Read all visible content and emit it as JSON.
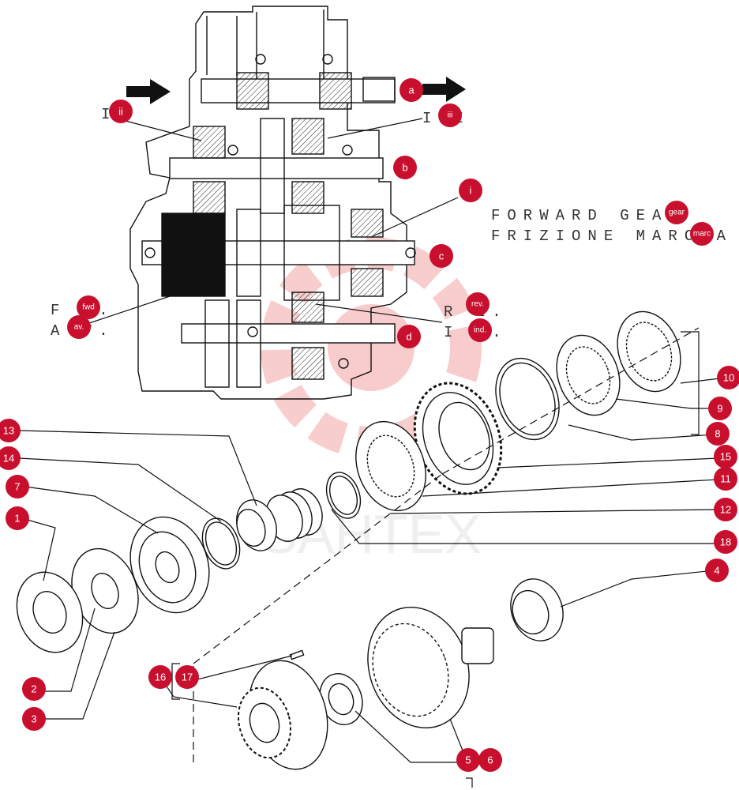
{
  "diagram": {
    "text_labels": {
      "forward_line1": "FORWARD GEAR",
      "forward_line2": "FRIZIONE MARCIA",
      "fw_line1": "F W.",
      "fw_line2": "A V.",
      "rev_line1": "R E.",
      "rev_line2": "I N.",
      "roman_ii": "II",
      "roman_iii": "III"
    },
    "callouts": [
      {
        "id": "a",
        "label": "a"
      },
      {
        "id": "b",
        "label": "b"
      },
      {
        "id": "c",
        "label": "c"
      },
      {
        "id": "d",
        "label": "d"
      },
      {
        "id": "i",
        "label": "i"
      },
      {
        "id": "ii",
        "label": "ii"
      },
      {
        "id": "iii",
        "label": "iii"
      },
      {
        "id": "gear",
        "label": "gear"
      },
      {
        "id": "marc",
        "label": "marc"
      },
      {
        "id": "fwd",
        "label": "fwd"
      },
      {
        "id": "av",
        "label": "av."
      },
      {
        "id": "rev",
        "label": "rev."
      },
      {
        "id": "ind",
        "label": "ind."
      },
      {
        "id": "p1",
        "label": "1"
      },
      {
        "id": "p2",
        "label": "2"
      },
      {
        "id": "p3",
        "label": "3"
      },
      {
        "id": "p4",
        "label": "4"
      },
      {
        "id": "p5",
        "label": "5"
      },
      {
        "id": "p6",
        "label": "6"
      },
      {
        "id": "p7",
        "label": "7"
      },
      {
        "id": "p8",
        "label": "8"
      },
      {
        "id": "p9",
        "label": "9"
      },
      {
        "id": "p10",
        "label": "10"
      },
      {
        "id": "p11",
        "label": "11"
      },
      {
        "id": "p12",
        "label": "12"
      },
      {
        "id": "p13",
        "label": "13"
      },
      {
        "id": "p14",
        "label": "14"
      },
      {
        "id": "p15",
        "label": "15"
      },
      {
        "id": "p16",
        "label": "16"
      },
      {
        "id": "p17",
        "label": "17"
      },
      {
        "id": "p18",
        "label": "18"
      }
    ],
    "watermark": "SAHTEX",
    "badge_color": "#c8102e"
  }
}
